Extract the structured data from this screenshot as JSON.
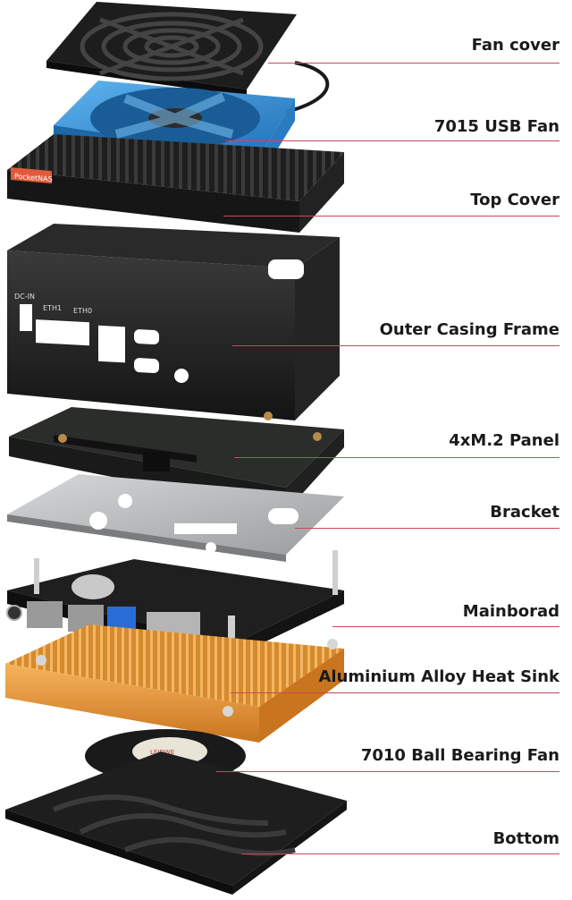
{
  "labels": [
    {
      "id": "fan-cover",
      "text": "Fan cover"
    },
    {
      "id": "usb-fan",
      "text": "7015 USB  Fan"
    },
    {
      "id": "top-cover",
      "text": "Top Cover"
    },
    {
      "id": "outer-casing",
      "text": "Outer Casing Frame"
    },
    {
      "id": "m2-panel",
      "text": "4xM.2 Panel"
    },
    {
      "id": "bracket",
      "text": "Bracket"
    },
    {
      "id": "mainboard",
      "text": "Mainborad"
    },
    {
      "id": "heat-sink",
      "text": "Aluminium Alloy Heat Sink"
    },
    {
      "id": "ball-fan",
      "text": "7010 Ball Bearing Fan"
    },
    {
      "id": "bottom",
      "text": "Bottom"
    }
  ],
  "casing_port_labels": {
    "dc": "DC-IN",
    "eth1": "ETH1",
    "eth0": "ETH0"
  },
  "top_cover_badge": "PocketNAS",
  "fan_sticker": "LEIDWE",
  "colors": {
    "leader": "#c9485a",
    "fan_blue": "#2f8fd6",
    "heatsink_orange": "#e89a3a",
    "pcb": "#2a2a2a",
    "bracket": "#b8babc",
    "metal_black": "#1c1c1c"
  }
}
